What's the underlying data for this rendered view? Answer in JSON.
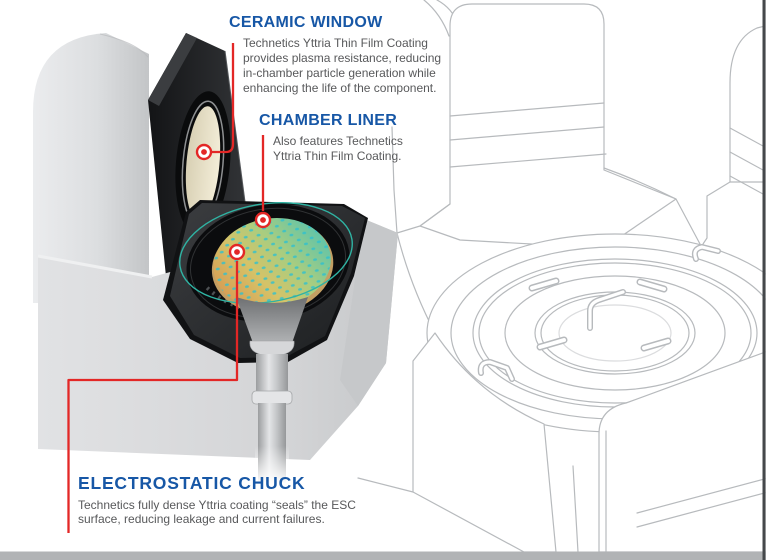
{
  "document": {
    "type": "technical-infographic",
    "background": "#ffffff"
  },
  "palette": {
    "heading_blue": "#1757a6",
    "body_gray": "#58595b",
    "callout_red": "#e32726",
    "liner_teal": "#2fb3a3",
    "lineart_gray": "#b7babd",
    "bottom_bar_gray": "#b1b3b5",
    "page_edge_dark": "#45484b"
  },
  "callouts": [
    {
      "id": "ceramic-window",
      "title": "CERAMIC WINDOW",
      "description": "Technetics Yttria Thin Film Coating provides plasma resistance, reducing in-chamber particle generation while enhancing the life of the component."
    },
    {
      "id": "chamber-liner",
      "title": "CHAMBER LINER",
      "description": "Also features Technetics Yttria Thin Film Coating."
    },
    {
      "id": "electrostatic-chuck",
      "title": "ELECTROSTATIC CHUCK",
      "description": "Technetics fully dense Yttria coating “seals” the ESC surface, reducing leakage and current failures."
    }
  ],
  "illustration": {
    "left_assembly": {
      "style": "isometric color render",
      "parts": [
        "chamber-lid",
        "ceramic-window-disc",
        "chamber-body-slab",
        "chamber-liner-ring",
        "electrostatic-chuck-wafer",
        "support-stem",
        "pedestal-base"
      ]
    },
    "right_assembly": {
      "style": "isometric line art",
      "parts": [
        "process-chamber-outline",
        "top-flange-ring",
        "clamp-tabs",
        "lift-handle"
      ]
    }
  }
}
